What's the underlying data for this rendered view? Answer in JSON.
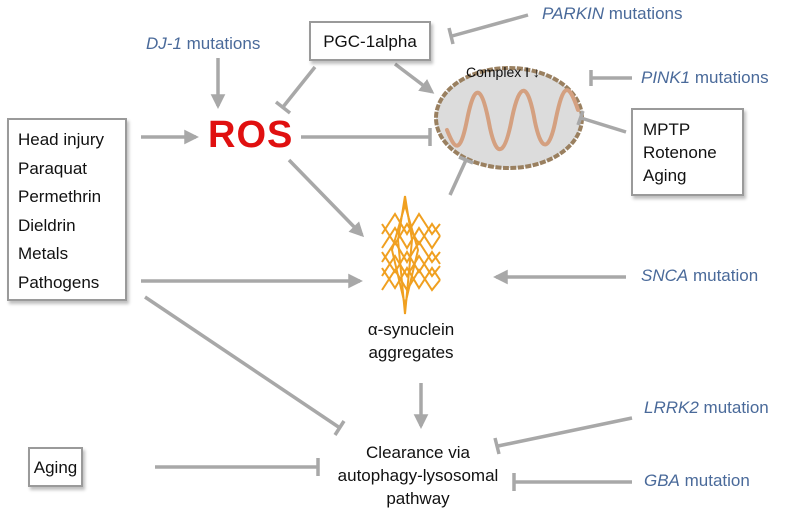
{
  "diagram": {
    "nodes": {
      "pgc1alpha": {
        "label": "PGC-1alpha"
      },
      "ros": {
        "label": "ROS",
        "color": "#e01010"
      },
      "mitochondrion": {
        "label": "Complex I",
        "indicator": "↓"
      },
      "environmental_factors": {
        "items": [
          "Head injury",
          "Paraquat",
          "Permethrin",
          "Dieldrin",
          "Metals",
          "Pathogens"
        ]
      },
      "toxins": {
        "items": [
          "MPTP",
          "Rotenone",
          "Aging"
        ]
      },
      "aggregates": {
        "line1": "α-synuclein",
        "line2": "aggregates"
      },
      "clearance": {
        "line1": "Clearance via",
        "line2": "autophagy-lysosomal",
        "line3": "pathway"
      },
      "aging": {
        "label": "Aging"
      }
    },
    "mutations": {
      "dj1": {
        "gene": "DJ-1",
        "suffix": " mutations"
      },
      "parkin": {
        "gene": "PARKIN",
        "suffix": " mutations"
      },
      "pink1": {
        "gene": "PINK1",
        "suffix": " mutations"
      },
      "snca": {
        "gene": "SNCA",
        "suffix": " mutation"
      },
      "lrrk2": {
        "gene": "LRRK2",
        "suffix": " mutation"
      },
      "gba": {
        "gene": "GBA",
        "suffix": " mutation"
      }
    },
    "edges": [
      {
        "from": "DJ-1 mutations",
        "to": "ROS",
        "type": "activate"
      },
      {
        "from": "PGC-1alpha",
        "to": "ROS",
        "type": "inhibit"
      },
      {
        "from": "PGC-1alpha",
        "to": "mitochondrion",
        "type": "activate"
      },
      {
        "from": "PARKIN mutations",
        "to": "PGC-1alpha",
        "type": "inhibit"
      },
      {
        "from": "PINK1 mutations",
        "to": "mitochondrion",
        "type": "inhibit"
      },
      {
        "from": "MPTP/Rotenone/Aging",
        "to": "mitochondrion",
        "type": "inhibit"
      },
      {
        "from": "environmental factors",
        "to": "ROS",
        "type": "activate"
      },
      {
        "from": "ROS",
        "to": "mitochondrion",
        "type": "inhibit"
      },
      {
        "from": "ROS",
        "to": "α-synuclein aggregates",
        "type": "activate"
      },
      {
        "from": "α-synuclein aggregates",
        "to": "mitochondrion",
        "type": "inhibit"
      },
      {
        "from": "environmental factors",
        "to": "α-synuclein aggregates",
        "type": "activate"
      },
      {
        "from": "SNCA mutation",
        "to": "α-synuclein aggregates",
        "type": "activate"
      },
      {
        "from": "environmental factors",
        "to": "clearance",
        "type": "inhibit"
      },
      {
        "from": "α-synuclein aggregates",
        "to": "clearance",
        "type": "activate"
      },
      {
        "from": "Aging",
        "to": "clearance",
        "type": "inhibit"
      },
      {
        "from": "LRRK2 mutation",
        "to": "clearance",
        "type": "inhibit"
      },
      {
        "from": "GBA mutation",
        "to": "clearance",
        "type": "inhibit"
      }
    ],
    "colors": {
      "mutation_text": "#4a6a9a",
      "connector": "#a8a8a8",
      "aggregate": "#f0a020",
      "mito_fill": "#dcdcdc",
      "mito_border": "#9a8060",
      "cristae": "#d4a080"
    }
  }
}
